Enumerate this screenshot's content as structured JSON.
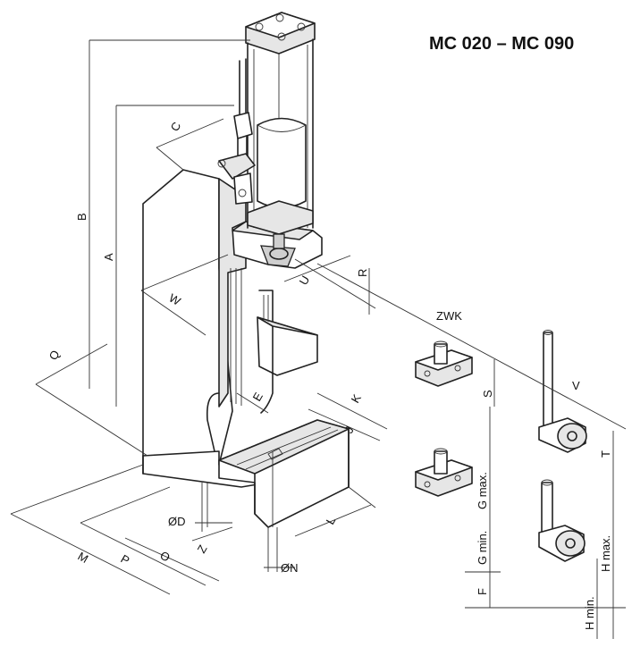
{
  "title": "MC 020 – MC 090",
  "labels": {
    "A": "A",
    "B": "B",
    "C": "C",
    "D": "ØD",
    "E": "E",
    "F": "F",
    "G_max": "G max.",
    "G_min": "G min.",
    "H_max": "H max.",
    "H_min": "H min.",
    "J": "J",
    "K": "K",
    "L": "L",
    "M": "M",
    "N": "ØN",
    "O": "O",
    "P": "P",
    "Q": "Q",
    "R": "R",
    "S": "S",
    "T": "T",
    "U": "U",
    "V": "V",
    "W": "W",
    "Z": "Z",
    "ZWK": "ZWK"
  }
}
